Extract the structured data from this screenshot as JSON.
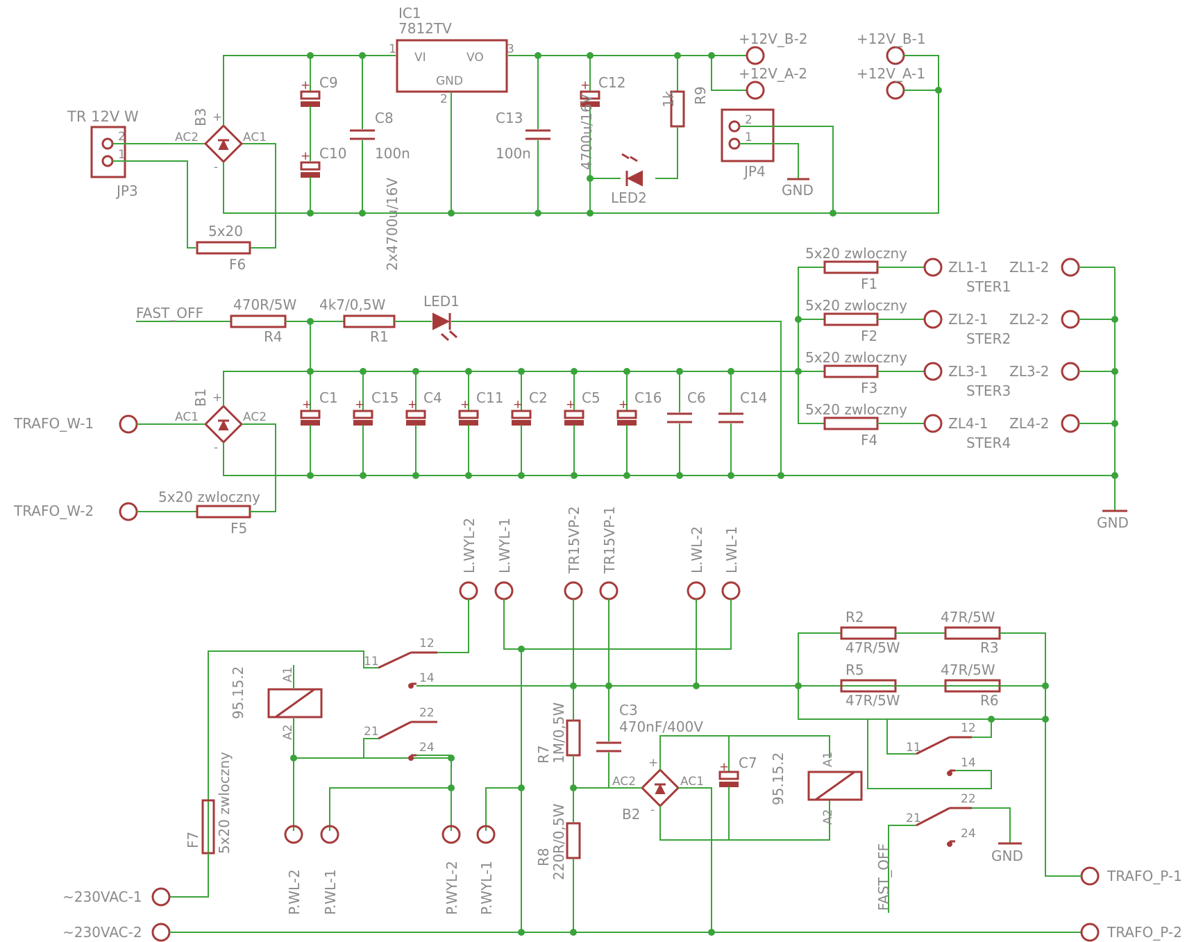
{
  "schematic": {
    "transformer_input": {
      "connector": "JP3",
      "title": "TR 12V W",
      "pin2": "2",
      "pin1": "1",
      "bridge": "B3",
      "ac_left": "AC2",
      "ac_right": "AC1",
      "plus": "+",
      "minus": "-",
      "fuse": "F6",
      "fuse_value": "5x20"
    },
    "regulator": {
      "ic": "IC1",
      "part": "7812TV",
      "vi": "VI",
      "vo": "VO",
      "gnd": "GND",
      "pin1": "1",
      "pin2": "2",
      "pin3": "3"
    },
    "capacitors_top": {
      "c9": "C9",
      "c10": "C10",
      "pair_value": "2x4700u/16V",
      "c8": "C8",
      "c8_value": "100n",
      "c13": "C13",
      "c13_value": "100n",
      "c12": "C12",
      "c12_value": "4700u/16V"
    },
    "indicator": {
      "r9": "R9",
      "r9_value": "1k",
      "led": "LED2"
    },
    "jp4": {
      "name": "JP4",
      "pin2": "2",
      "pin1": "1",
      "gnd": "GND"
    },
    "outputs_12v": [
      "+12V_B-2",
      "+12V_A-2",
      "+12V_B-1",
      "+12V_A-1"
    ],
    "fast_off_section": {
      "net": "FAST_OFF",
      "r4_value": "470R/5W",
      "r4": "R4",
      "r1_value": "4k7/0,5W",
      "r1": "R1",
      "led": "LED1"
    },
    "main_rectifier": {
      "bridge": "B1",
      "ac1": "AC1",
      "ac2": "AC2",
      "plus": "+",
      "minus": "-",
      "in1": "TRAFO_W-1",
      "in2": "TRAFO_W-2",
      "fuse": "F5",
      "fuse_value": "5x20 zwloczny"
    },
    "capacitor_bank": [
      "C1",
      "C15",
      "C4",
      "C11",
      "C2",
      "C5",
      "C16",
      "C6",
      "C14"
    ],
    "zl_outputs": [
      {
        "fuse_value": "5x20 zwloczny",
        "fuse": "F1",
        "left": "ZL1-1",
        "right": "ZL1-2",
        "label": "STER1"
      },
      {
        "fuse_value": "5x20 zwloczny",
        "fuse": "F2",
        "left": "ZL2-1",
        "right": "ZL2-2",
        "label": "STER2"
      },
      {
        "fuse_value": "5x20 zwloczny",
        "fuse": "F3",
        "left": "ZL3-1",
        "right": "ZL3-2",
        "label": "STER3"
      },
      {
        "fuse_value": "5x20 zwloczny",
        "fuse": "F4",
        "left": "ZL4-1",
        "right": "ZL4-2",
        "label": "STER4"
      }
    ],
    "gnd_label": "GND",
    "top_connectors": [
      "L.WYL-2",
      "L.WYL-1",
      "TR15VP-2",
      "TR15VP-1",
      "L.WL-2",
      "L.WL-1"
    ],
    "bottom_connectors": [
      "P.WL-2",
      "P.WL-1",
      "P.WYL-2",
      "P.WYL-1"
    ],
    "relay1": {
      "type": "95.15.2",
      "a1": "A1",
      "a2": "A2",
      "c11": "11",
      "c12": "12",
      "c14": "14",
      "c21": "21",
      "c22": "22",
      "c24": "24"
    },
    "relay2": {
      "type": "95.15.2",
      "a1": "A1",
      "a2": "A2",
      "c11": "11",
      "c12": "12",
      "c14": "14",
      "c21": "21",
      "c22": "22",
      "c24": "24"
    },
    "mains": {
      "fuse": "F7",
      "fuse_value": "5x20 zwloczny",
      "in1": "~230VAC-1",
      "in2": "~230VAC-2"
    },
    "soft_start": {
      "r7": "R7",
      "r7_value": "1M/0,5W",
      "r8": "R8",
      "r8_value": "220R/0,5W",
      "c3": "C3",
      "c3_value": "470nF/400V",
      "b2": "B2",
      "ac2": "AC2",
      "ac1": "AC1",
      "plus": "+",
      "minus": "-",
      "c7": "C7"
    },
    "resistors": {
      "r2": "R2",
      "r2_value": "47R/5W",
      "r3": "R3",
      "r3_value": "47R/5W",
      "r5": "R5",
      "r5_value": "47R/5W",
      "r6": "R6",
      "r6_value": "47R/5W"
    },
    "fast_off_vertical": "FAST_OFF",
    "gnd_relay": "GND",
    "trafo_p": [
      "TRAFO_P-1",
      "TRAFO_P-2"
    ]
  }
}
